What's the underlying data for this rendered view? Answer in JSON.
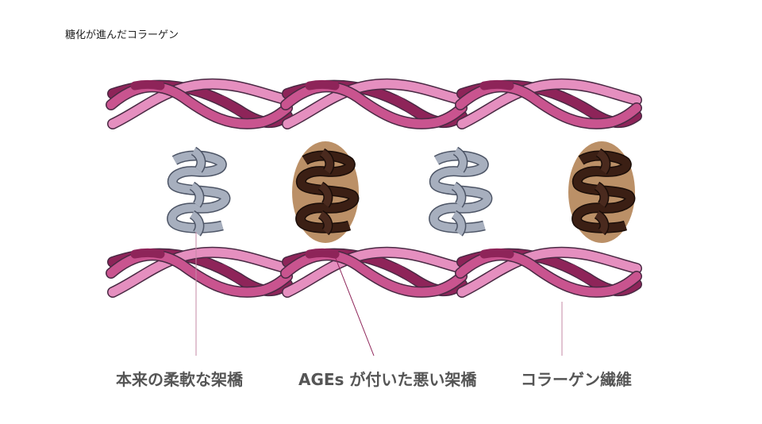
{
  "title": "糖化が進んだコラーゲン",
  "labels": {
    "flexible_crosslink": "本来の柔軟な架橋",
    "ages_crosslink": "AGEs が付いた悪い架橋",
    "collagen_fiber": "コラーゲン繊維"
  },
  "colors": {
    "strand_dark": "#8e2459",
    "strand_mid": "#c9548f",
    "strand_light": "#e58fbf",
    "strand_outline": "#4a2a44",
    "crosslink_gray": "#a7afbe",
    "crosslink_outline": "#4d5566",
    "ages_blob": "#bb9067",
    "ages_ribbon": "#3b1f14",
    "leader_gray": "#c48aa5",
    "label_text": "#555555"
  },
  "structure": {
    "fiber_rows": 2,
    "segments_per_fiber": 3,
    "crosslinks": [
      "flexible",
      "ages",
      "flexible",
      "ages"
    ]
  }
}
